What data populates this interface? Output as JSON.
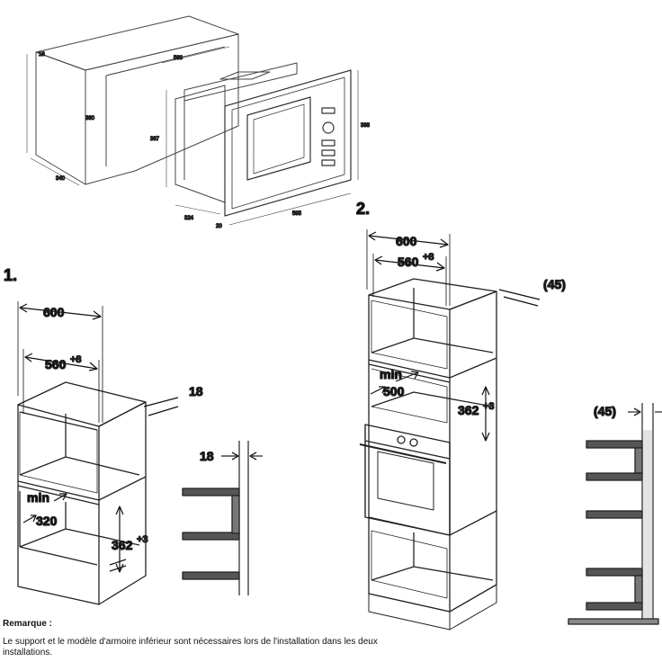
{
  "top": {
    "d18": "18",
    "d560": "560",
    "d380": "380",
    "d340": "340",
    "d367": "367",
    "d324": "324",
    "d20": "20",
    "d595": "595",
    "d388": "388"
  },
  "fig1": {
    "number": "1.",
    "w600": "600",
    "w560": "560",
    "w560_sup": "+8",
    "side18": "18",
    "min": "min",
    "min320": "320",
    "h362": "362",
    "h362_sup": "+3",
    "detail18": "18"
  },
  "fig2": {
    "number": "2.",
    "w600": "600",
    "w560": "560",
    "w560_sup": "+8",
    "side45": "(45)",
    "min": "min",
    "min500": "500",
    "h362": "362",
    "h362_sup": "+3",
    "detail45": "(45)"
  },
  "remark": {
    "title": "Remarque :",
    "text": "Le support et le modèle d'armoire inférieur sont nécessaires lors de l'installation dans les deux installations."
  }
}
